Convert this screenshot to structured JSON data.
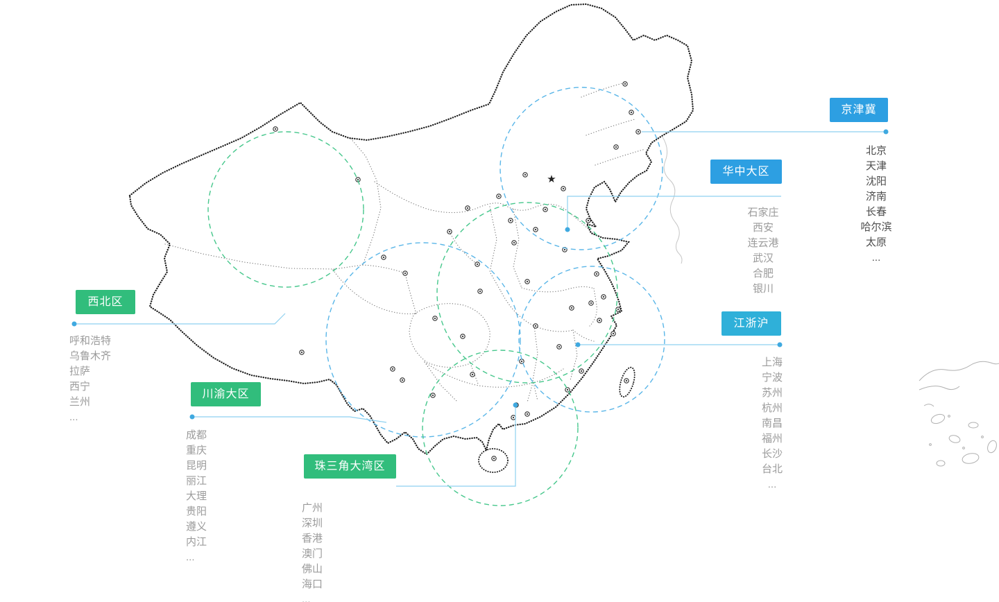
{
  "map": {
    "connector_color": "#8ed1f0",
    "connector_dot_color": "#3fa9e0",
    "marker_color": "#2b2b2b"
  },
  "regions": [
    {
      "id": "jingjinji",
      "label": "京津冀",
      "label_color": "#2d9fe2",
      "circle_color": "#5ab6e8",
      "list_color": "#4c4c4c",
      "cities": [
        "北京",
        "天津",
        "沈阳",
        "济南",
        "长春",
        "哈尔滨",
        "太原",
        "..."
      ]
    },
    {
      "id": "huazhong",
      "label": "华中大区",
      "label_color": "#2d9fe2",
      "circle_color": "#46c78c",
      "list_color": "#9b9b9b",
      "cities": [
        "石家庄",
        "西安",
        "连云港",
        "武汉",
        "合肥",
        "银川"
      ]
    },
    {
      "id": "jiangzhehu",
      "label": "江浙沪",
      "label_color": "#2fb0d9",
      "circle_color": "#5ab6e8",
      "list_color": "#9b9b9b",
      "cities": [
        "上海",
        "宁波",
        "苏州",
        "杭州",
        "南昌",
        "福州",
        "长沙",
        "台北",
        "..."
      ]
    },
    {
      "id": "xibei",
      "label": "西北区",
      "label_color": "#31bd7c",
      "circle_color": "#46c78c",
      "list_color": "#9b9b9b",
      "cities": [
        "呼和浩特",
        "乌鲁木齐",
        "拉萨",
        "西宁",
        "兰州",
        "..."
      ]
    },
    {
      "id": "chuanyu",
      "label": "川渝大区",
      "label_color": "#31bd7c",
      "circle_color": "#5ab6e8",
      "list_color": "#9b9b9b",
      "cities": [
        "成都",
        "重庆",
        "昆明",
        "丽江",
        "大理",
        "贵阳",
        "遵义",
        "内江",
        "..."
      ]
    },
    {
      "id": "zhusanjiao",
      "label": "珠三角大湾区",
      "label_color": "#31bd7c",
      "circle_color": "#46c78c",
      "list_color": "#9b9b9b",
      "cities": [
        "广州",
        "深圳",
        "香港",
        "澳门",
        "佛山",
        "海口",
        "..."
      ]
    }
  ]
}
